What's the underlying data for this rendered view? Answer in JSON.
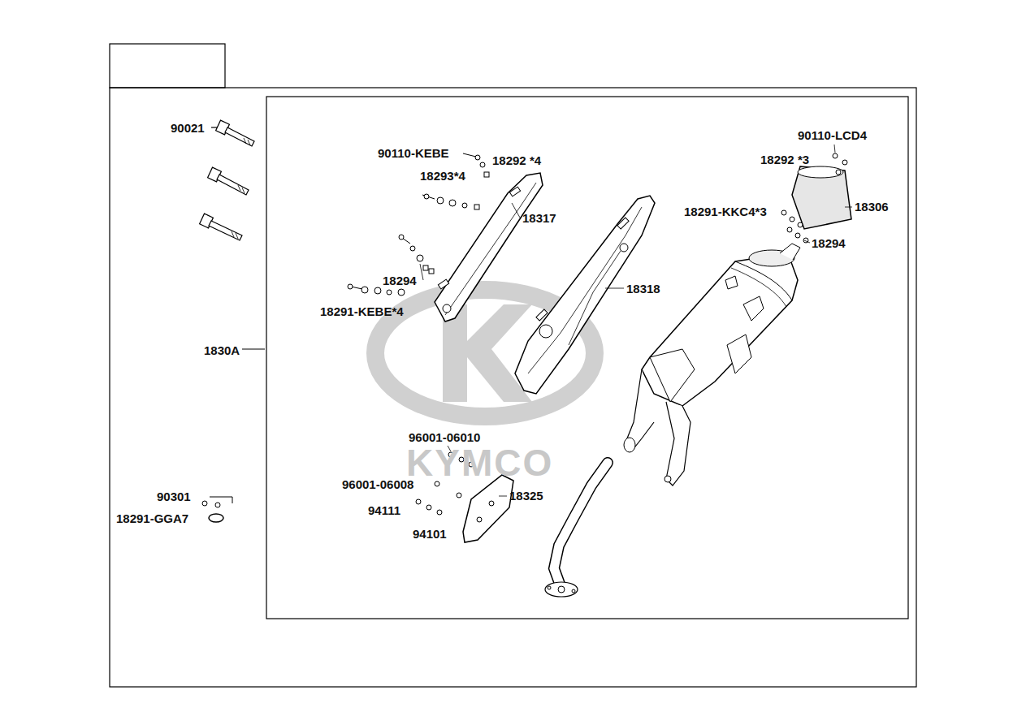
{
  "diagram": {
    "labels": [
      "90021",
      "90110-KEBE",
      "18292 *4",
      "18293*4",
      "18317",
      "18294",
      "18291-KEBE*4",
      "18318",
      "90110-LCD4",
      "18292 *3",
      "18291-KKC4*3",
      "18306",
      "18294",
      "1830A",
      "96001-06010",
      "96001-06008",
      "18325",
      "94111",
      "94101",
      "90301",
      "18291-GGA7",
      "KYMCO"
    ]
  }
}
